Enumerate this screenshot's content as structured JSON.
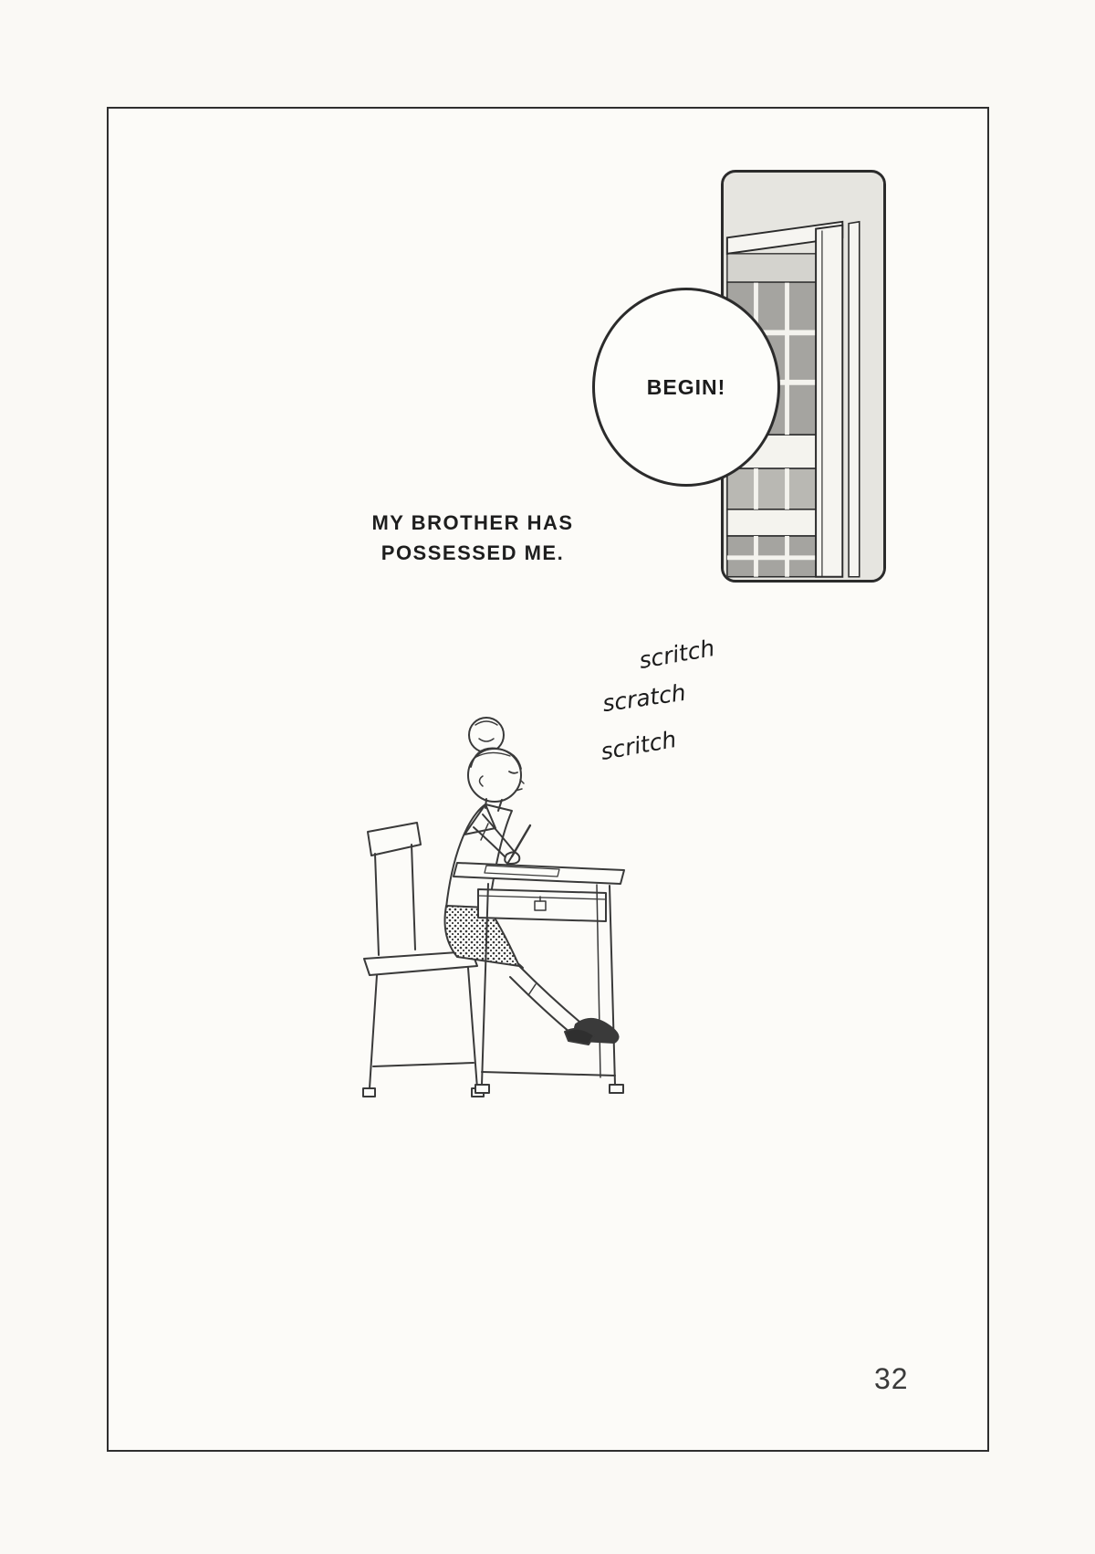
{
  "page": {
    "number": "32"
  },
  "colors": {
    "ink": "#2b2b2b",
    "paper": "#faf9f5",
    "halftone_dark": "#a5a4a0",
    "halftone_mid": "#b9b8b3"
  },
  "balloon": {
    "text": "BEGIN!"
  },
  "narration": {
    "line1": "MY BROTHER HAS",
    "line2": "POSSESSED ME."
  },
  "sfx": {
    "first": "scritch",
    "second": "scratch",
    "third": "scritch"
  }
}
